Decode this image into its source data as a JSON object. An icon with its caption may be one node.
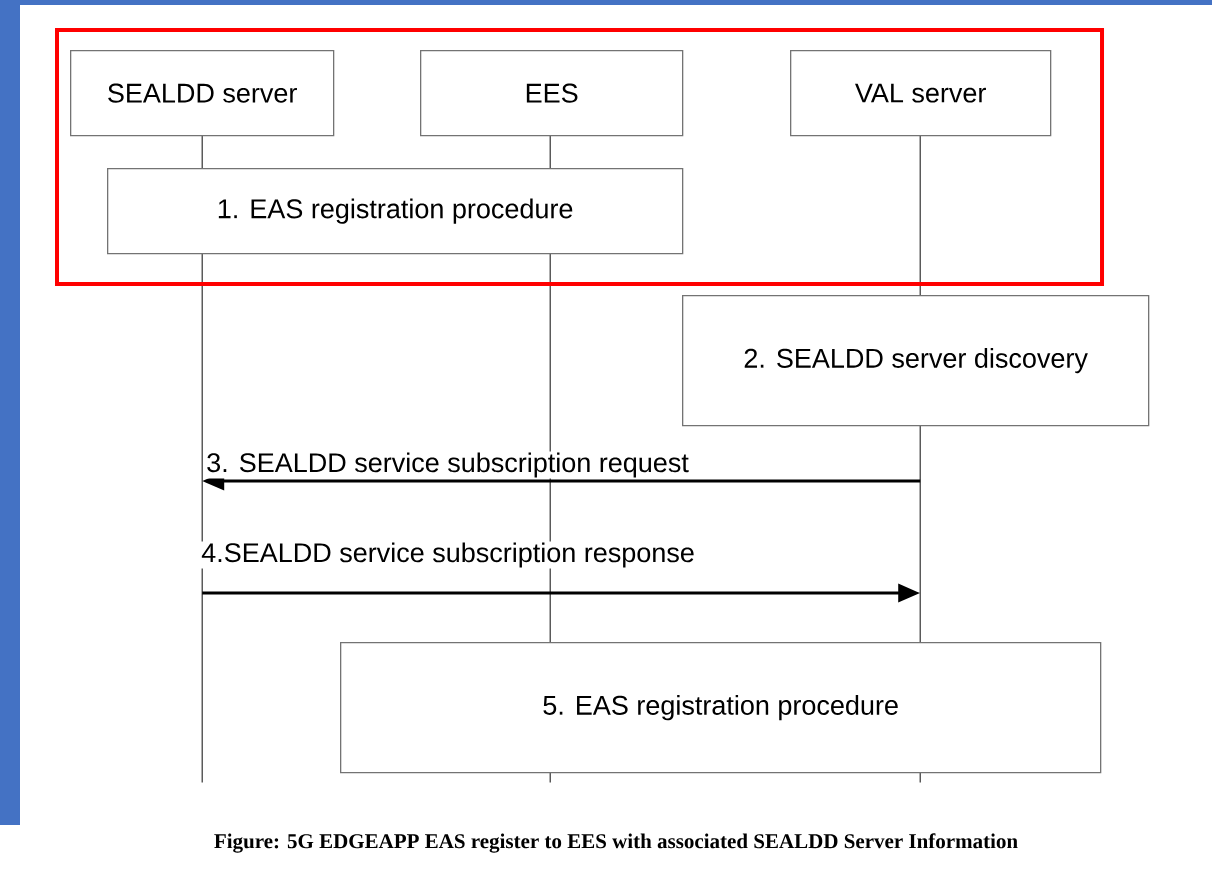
{
  "diagram": {
    "caption": "Figure: 5G EDGEAPP EAS register to EES with associated SEALDD Server Information",
    "nodes": [
      {
        "text": [],
        "shape": "box"
      },
      {
        "text": [
          "SEALDD server"
        ],
        "in": 0
      },
      {
        "text": [
          "EES"
        ],
        "in": 0
      },
      {
        "text": [
          "VAL server"
        ],
        "in": 0
      },
      {
        "text": [
          "1. EAS registration procedure"
        ],
        "in": 0
      },
      {
        "text": [
          "2. SEALDD server discovery"
        ]
      },
      {
        "text": [
          "5. EAS registration procedure"
        ]
      },
      {
        "text": [],
        "shape": "line"
      },
      {
        "text": [],
        "shape": "line"
      },
      {
        "text": [],
        "shape": "line"
      }
    ],
    "edges": [
      {
        "from": 9,
        "to": 7,
        "arrow": "to",
        "label": "3. SEALDD   service subscription request"
      },
      {
        "from": 7,
        "to": 9,
        "arrow": "to",
        "label": "4.SEALDD service subscription response"
      }
    ]
  }
}
